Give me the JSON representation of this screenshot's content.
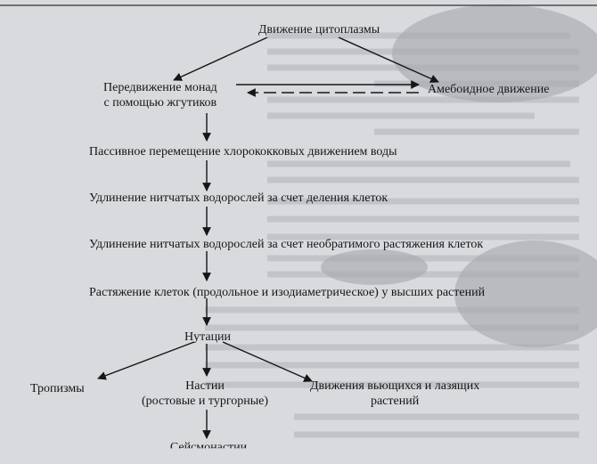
{
  "diagram": {
    "root": "Движение цитоплазмы",
    "monad": {
      "line1": "Передвижение монад",
      "line2": "с помощью жгутиков"
    },
    "amoeboid": "Амебоидное движение",
    "passive": "Пассивное перемещение хлорококковых движением воды",
    "division": "Удлинение нитчатых водорослей за счет  деления клеток",
    "irreversible": "Удлинение нитчатых водорослей за счет  необратимого растяжения  клеток",
    "stretching": "Растяжение клеток  (продольное и изодиаметрическое)  у высших  растений",
    "nutations": "Нутации",
    "tropisms": "Тропизмы",
    "nastia": {
      "line1": "Настии",
      "line2": "(ростовые и тургорные)"
    },
    "climbing": {
      "line1": "Движения  вьющихся и лазящих",
      "line2": "растений"
    },
    "seismonasty": "Сейсмонастии"
  },
  "colors": {
    "ink": "#161616",
    "paper": "#d9dade"
  }
}
